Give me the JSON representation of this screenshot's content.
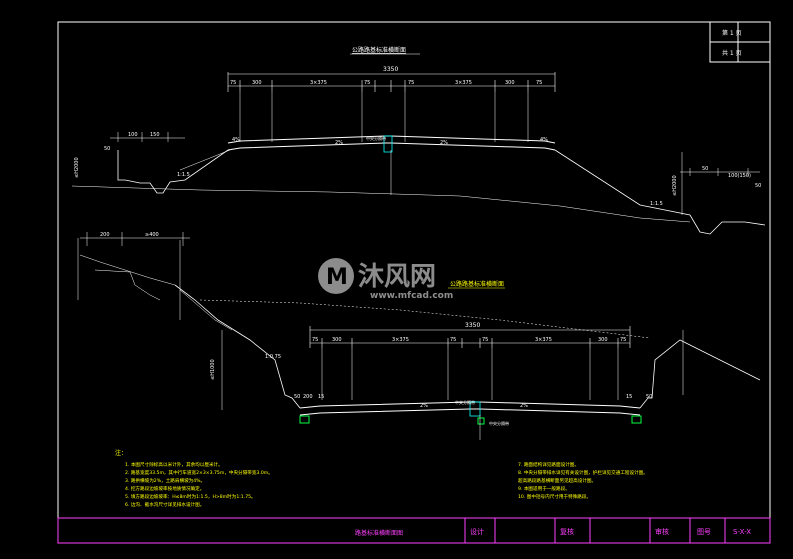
{
  "drawing": {
    "title_top": "公路路基标准横断面",
    "title_mid": "公路路基标准横断面",
    "bottom_title": "路基标准横断面图",
    "revision_box": {
      "row1": "第 1 页",
      "row2": "共 1 页"
    },
    "title_block": {
      "c1": "设计",
      "c2": "复核",
      "c3": "审核",
      "c4": "图号",
      "drawing_no": "S-X-X"
    }
  },
  "top_section": {
    "overall_width": "3350",
    "dims": [
      "75",
      "300",
      "3×375",
      "75",
      "75",
      "3×375",
      "300",
      "75"
    ],
    "slope_left": "4%",
    "slope_right": "4%",
    "cross_slope_l": "2%",
    "cross_slope_r": "2%",
    "median_label": "中央分隔带",
    "ditch_dims": [
      "50",
      "100",
      "150"
    ],
    "right_dims": [
      "50",
      "100(150)",
      "50"
    ],
    "side_ratio_l": "1:1.5",
    "side_ratio_r": "1:1.5",
    "height_l": "≤H2000",
    "height_r": "≤H2000"
  },
  "bottom_section": {
    "overall_width": "3350",
    "dims": [
      "75",
      "300",
      "3×375",
      "75",
      "75",
      "3×375",
      "300",
      "75"
    ],
    "cross_slope_l": "2%",
    "cross_slope_r": "2%",
    "median_label": "中央分隔带",
    "cut_ratio": "1:0.75",
    "height": "≤H1000",
    "left_dims": [
      "200",
      "≥400"
    ],
    "ditch": [
      "50",
      "200",
      "15"
    ],
    "right_ditch": [
      "15",
      "50"
    ]
  },
  "notes": {
    "header": "注：",
    "left": [
      "1. 本图尺寸除标高以米计外，其余均以厘米计。",
      "2. 路基宽度33.5m，其中行车道宽2×3×3.75m，中央分隔带宽3.0m。",
      "3. 路拱横坡为2%，土路肩横坡为4%。",
      "4. 挖方路段边坡坡率按地质情况确定。",
      "5. 填方路段边坡坡率：H≤8m时为1:1.5，H>8m时为1:1.75。",
      "6. 边沟、截水沟尺寸详见排水设计图。"
    ],
    "right": [
      "7. 路面结构详见路面设计图。",
      "8. 中央分隔带排水详见有关设计图，护栏详见交通工程设计图。",
      "   超高路段路基横断面另见超高设计图。",
      "9. 本图适用于一般路段。",
      "10. 图中括号内尺寸用于特殊路段。"
    ]
  },
  "watermark": {
    "logo": "M",
    "name": "沐风网",
    "url": "www.mfcad.com"
  }
}
